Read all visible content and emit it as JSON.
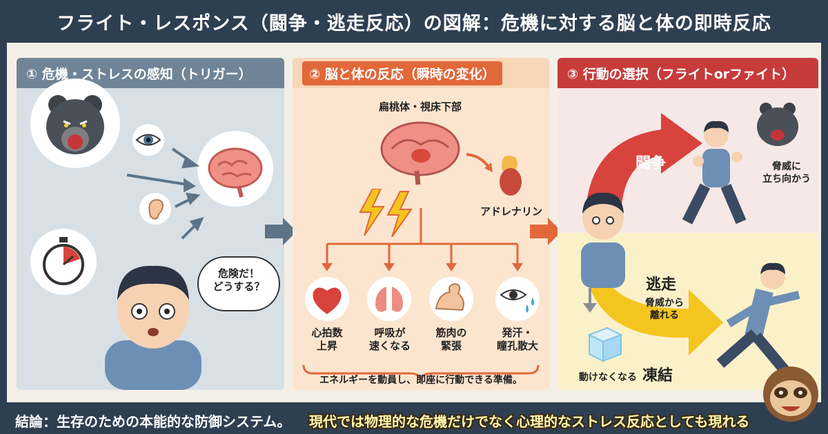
{
  "title": "フライト・レスポンス（闘争・逃走反応）の図解：危機に対する脳と体の即時反応",
  "panels": {
    "perception": {
      "heading": "① 危機・ストレスの感知（トリガー）",
      "speech": "危険だ！\nどうする？"
    },
    "body_change": {
      "heading": "② 脳と体の反応（瞬時の変化）",
      "brain_label": "扁桃体・視床下部",
      "adrenaline_label": "アドレナリン",
      "effects": [
        {
          "label": "心拍数\n上昇"
        },
        {
          "label": "呼吸が\n速くなる"
        },
        {
          "label": "筋肉の\n緊張"
        },
        {
          "label": "発汗・\n瞳孔散大"
        }
      ],
      "summary": "エネルギーを動員し、即座に行動できる準備。"
    },
    "action": {
      "heading": "③ 行動の選択（フライトorファイト）",
      "fight": {
        "title": "闘争",
        "desc": "脅威に\n立ち向かう"
      },
      "flight": {
        "title": "逃走",
        "desc": "脅威から\n離れる"
      },
      "freeze": {
        "title": "凍結",
        "desc": "動けなくなる"
      }
    }
  },
  "footer": {
    "conclusion": "結論：生存のための本能的な防御システム。",
    "note": "現代では物理的な危機だけでなく心理的なストレス反応としても現れる"
  },
  "colors": {
    "navy": "#2f3f52",
    "orange": "#e2683a",
    "red": "#c73b3b",
    "yellow": "#f3c51e"
  }
}
